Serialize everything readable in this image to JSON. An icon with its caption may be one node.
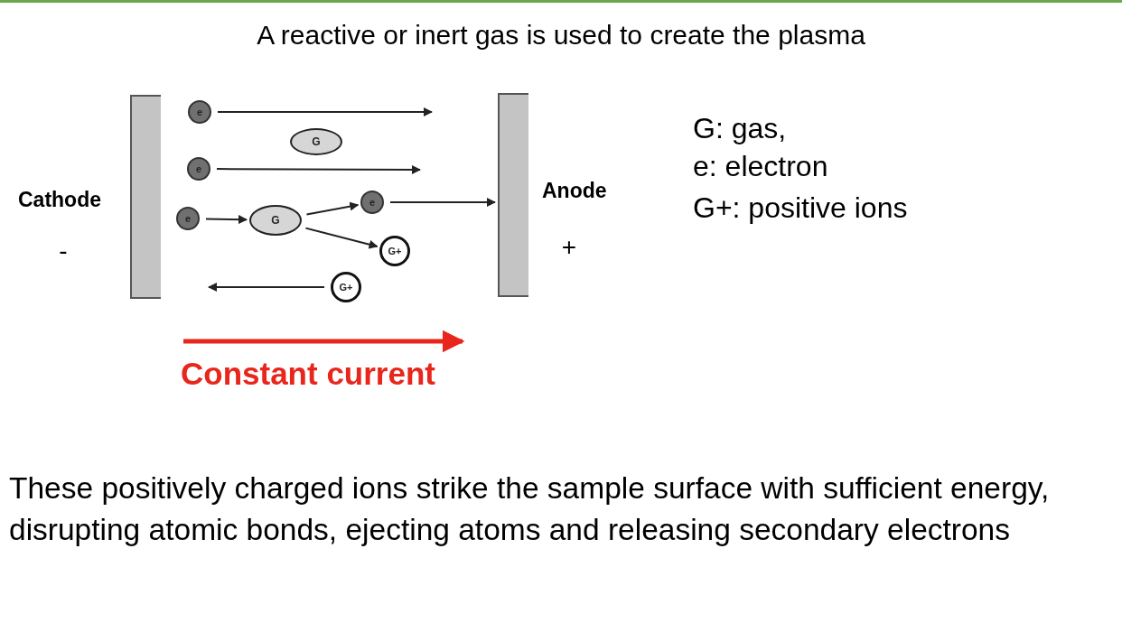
{
  "diagram": {
    "title": "A reactive or inert gas is used to create the plasma",
    "caption": "These positively charged ions strike the sample surface with sufficient energy, disrupting atomic bonds, ejecting atoms and releasing secondary electrons",
    "nodes": [
      {
        "text": [],
        "shape": "bar",
        "beside": [
          "Cathode",
          "-"
        ]
      },
      {
        "text": [],
        "shape": "bar",
        "beside": [
          "Anode",
          "+"
        ]
      },
      {
        "text": [
          "e"
        ]
      },
      {
        "text": [
          "G"
        ]
      },
      {
        "text": [
          "e"
        ]
      },
      {
        "text": [
          "e"
        ]
      },
      {
        "text": [
          "G"
        ]
      },
      {
        "text": [
          "e"
        ]
      },
      {
        "text": [
          "G+"
        ]
      },
      {
        "text": [
          "G+"
        ]
      }
    ],
    "edges": [
      {
        "from": 2,
        "to": null,
        "arrow": "to"
      },
      {
        "from": 4,
        "to": null,
        "arrow": "to"
      },
      {
        "from": 5,
        "to": 6,
        "arrow": "to"
      },
      {
        "from": 6,
        "to": 7,
        "arrow": "to"
      },
      {
        "from": 6,
        "to": 8,
        "arrow": "to"
      },
      {
        "from": 7,
        "to": 1,
        "arrow": "to"
      },
      {
        "from": 9,
        "to": null,
        "arrow": "to"
      }
    ],
    "labels": [
      "G: gas,",
      "e: electron",
      "G+: positive ions",
      "Constant current"
    ]
  }
}
